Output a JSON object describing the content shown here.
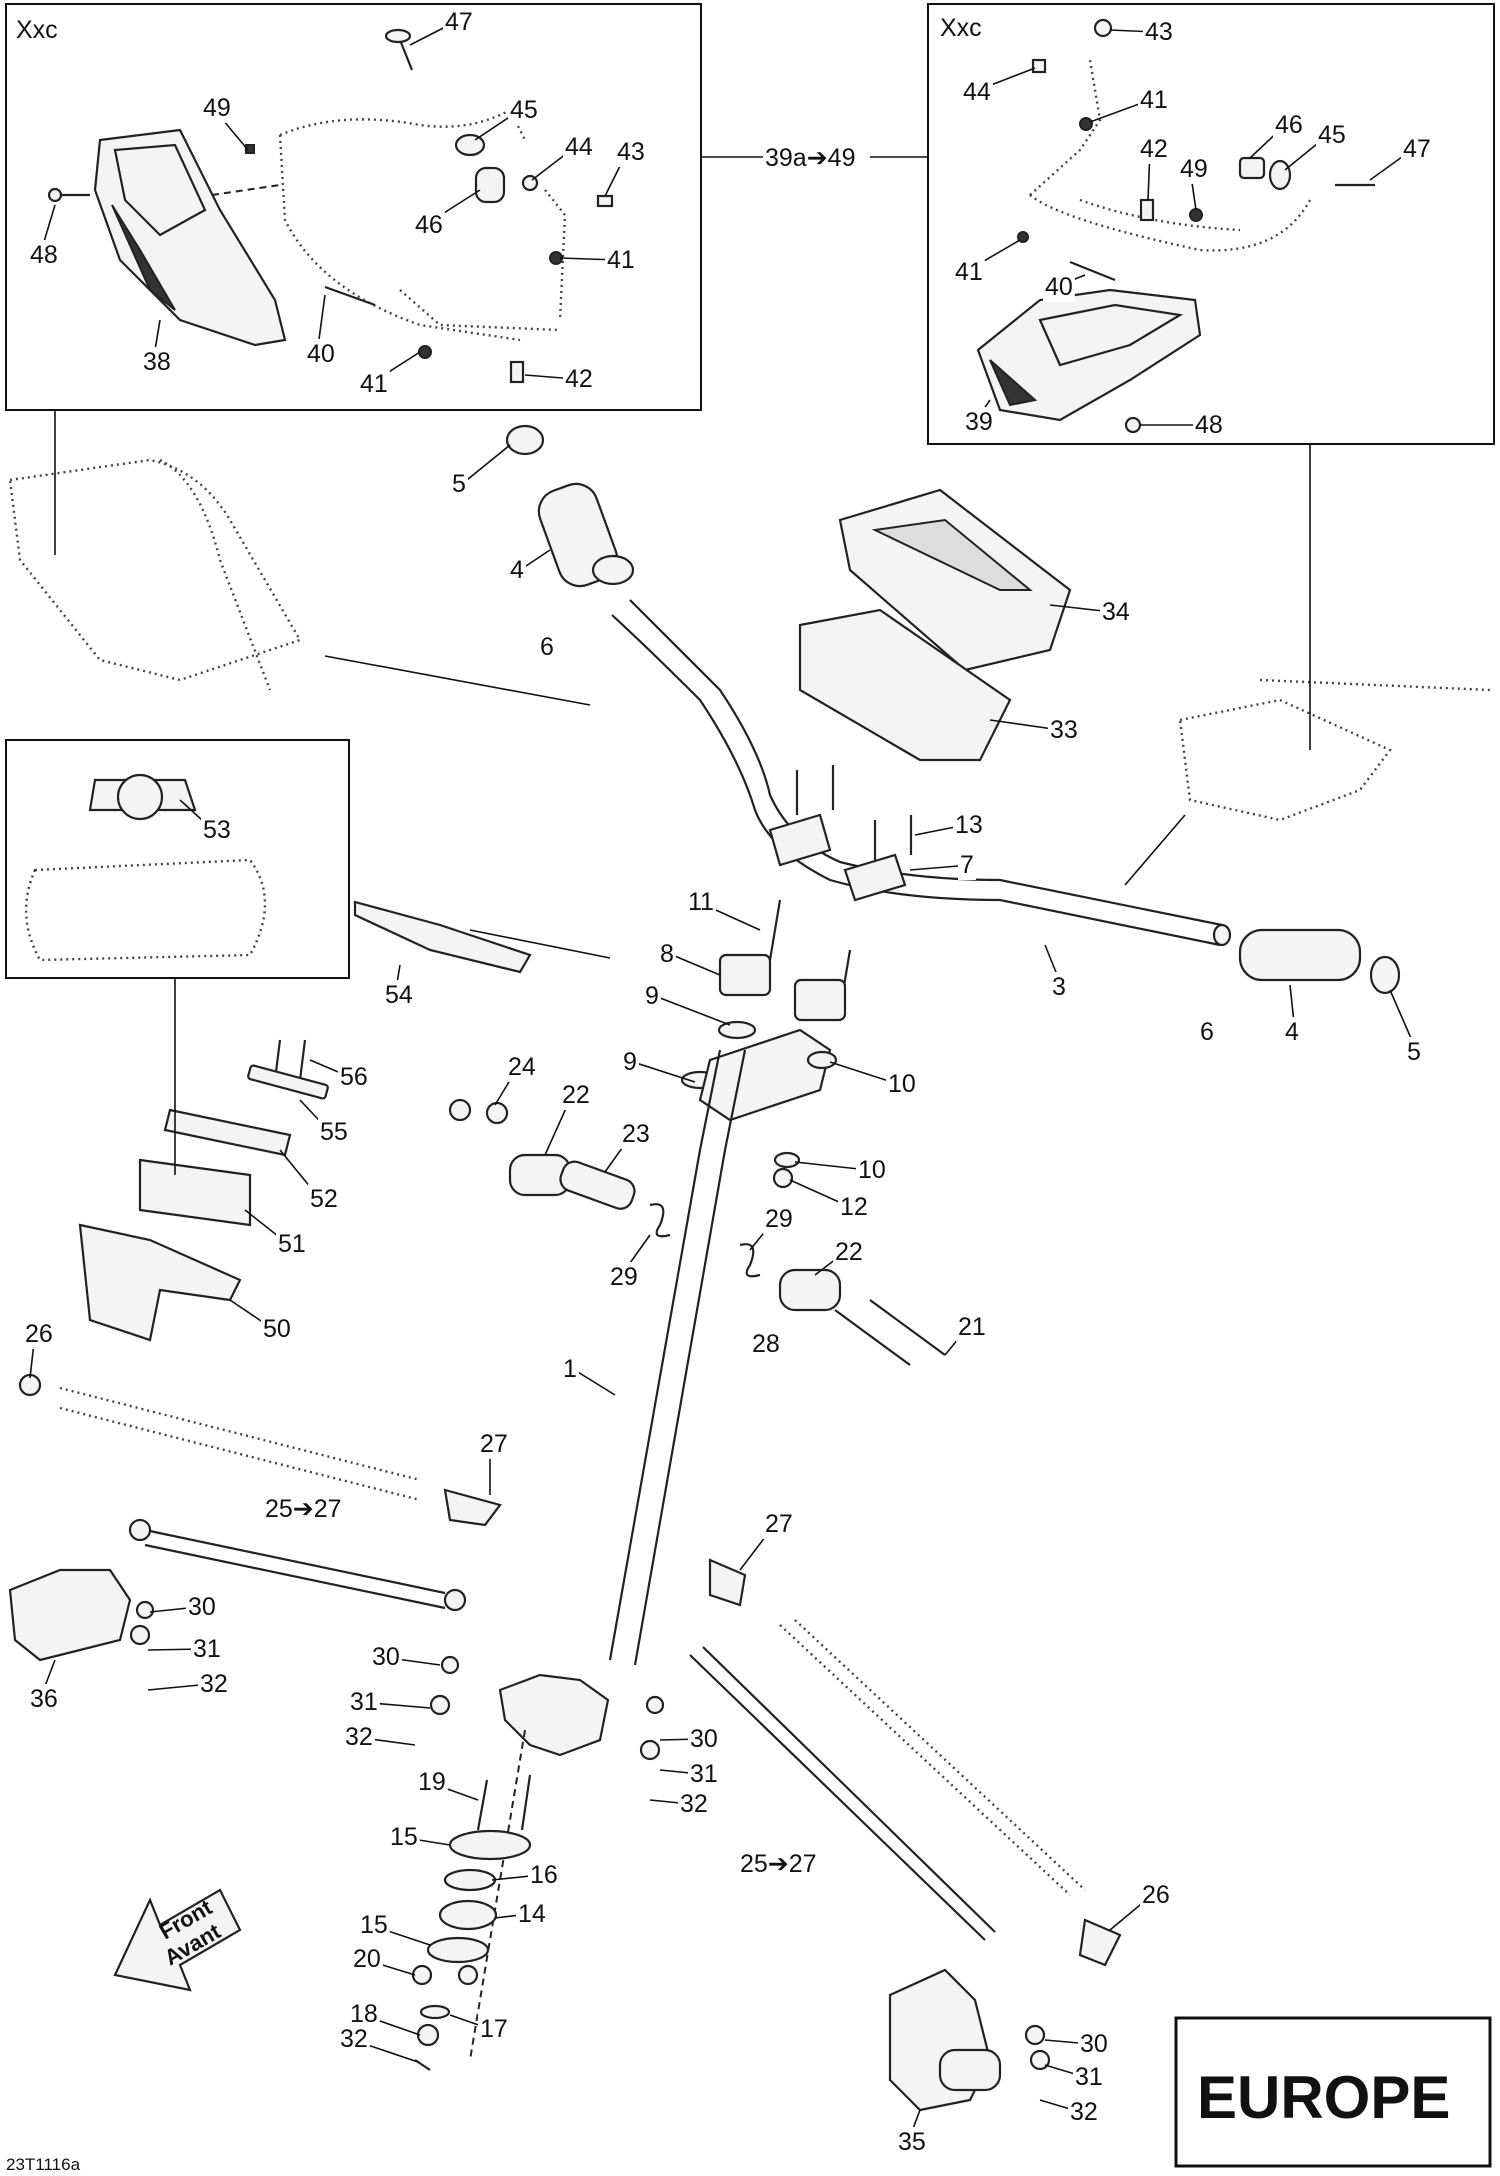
{
  "inset_left": {
    "title": "Xxc"
  },
  "inset_right": {
    "title": "Xxc"
  },
  "region_badge": "EUROPE",
  "drawing_ref": "23T1116a",
  "front_arrow": {
    "line1": "Front",
    "line2": "Avant"
  },
  "callouts": [
    {
      "id": "L47",
      "text": "47"
    },
    {
      "id": "L49",
      "text": "49"
    },
    {
      "id": "L45",
      "text": "45"
    },
    {
      "id": "L44",
      "text": "44"
    },
    {
      "id": "L43",
      "text": "43"
    },
    {
      "id": "L48",
      "text": "48"
    },
    {
      "id": "L46",
      "text": "46"
    },
    {
      "id": "L41a",
      "text": "41"
    },
    {
      "id": "L40",
      "text": "40"
    },
    {
      "id": "L41b",
      "text": "41"
    },
    {
      "id": "L42",
      "text": "42"
    },
    {
      "id": "L38",
      "text": "38"
    },
    {
      "id": "L39a49",
      "text": "39a➔49"
    },
    {
      "id": "R43",
      "text": "43"
    },
    {
      "id": "R44",
      "text": "44"
    },
    {
      "id": "R41a",
      "text": "41"
    },
    {
      "id": "R46",
      "text": "46"
    },
    {
      "id": "R45",
      "text": "45"
    },
    {
      "id": "R42",
      "text": "42"
    },
    {
      "id": "R47",
      "text": "47"
    },
    {
      "id": "R49",
      "text": "49"
    },
    {
      "id": "R41b",
      "text": "41"
    },
    {
      "id": "R40",
      "text": "40"
    },
    {
      "id": "R39",
      "text": "39"
    },
    {
      "id": "R48",
      "text": "48"
    },
    {
      "id": "M5a",
      "text": "5"
    },
    {
      "id": "M4a",
      "text": "4"
    },
    {
      "id": "M6a",
      "text": "6"
    },
    {
      "id": "M34",
      "text": "34"
    },
    {
      "id": "M33",
      "text": "33"
    },
    {
      "id": "M13",
      "text": "13"
    },
    {
      "id": "M7",
      "text": "7"
    },
    {
      "id": "M11",
      "text": "11"
    },
    {
      "id": "M8",
      "text": "8"
    },
    {
      "id": "M9a",
      "text": "9"
    },
    {
      "id": "M9b",
      "text": "9"
    },
    {
      "id": "M3",
      "text": "3"
    },
    {
      "id": "M6b",
      "text": "6"
    },
    {
      "id": "M4b",
      "text": "4"
    },
    {
      "id": "M5b",
      "text": "5"
    },
    {
      "id": "M53",
      "text": "53"
    },
    {
      "id": "M54",
      "text": "54"
    },
    {
      "id": "M56",
      "text": "56"
    },
    {
      "id": "M55",
      "text": "55"
    },
    {
      "id": "M52",
      "text": "52"
    },
    {
      "id": "M51",
      "text": "51"
    },
    {
      "id": "M50",
      "text": "50"
    },
    {
      "id": "M24",
      "text": "24"
    },
    {
      "id": "M22a",
      "text": "22"
    },
    {
      "id": "M23",
      "text": "23"
    },
    {
      "id": "M10a",
      "text": "10"
    },
    {
      "id": "M10b",
      "text": "10"
    },
    {
      "id": "M12",
      "text": "12"
    },
    {
      "id": "M29a",
      "text": "29"
    },
    {
      "id": "M29b",
      "text": "29"
    },
    {
      "id": "M22b",
      "text": "22"
    },
    {
      "id": "M28",
      "text": "28"
    },
    {
      "id": "M21",
      "text": "21"
    },
    {
      "id": "M1",
      "text": "1"
    },
    {
      "id": "M26a",
      "text": "26"
    },
    {
      "id": "M27a",
      "text": "27"
    },
    {
      "id": "M25a",
      "text": "25➔27"
    },
    {
      "id": "M30a",
      "text": "30"
    },
    {
      "id": "M31a",
      "text": "31"
    },
    {
      "id": "M32a",
      "text": "32"
    },
    {
      "id": "M36",
      "text": "36"
    },
    {
      "id": "M30b",
      "text": "30"
    },
    {
      "id": "M31b",
      "text": "31"
    },
    {
      "id": "M32b",
      "text": "32"
    },
    {
      "id": "M27b",
      "text": "27"
    },
    {
      "id": "M30c",
      "text": "30"
    },
    {
      "id": "M31c",
      "text": "31"
    },
    {
      "id": "M32c",
      "text": "32"
    },
    {
      "id": "M19",
      "text": "19"
    },
    {
      "id": "M15a",
      "text": "15"
    },
    {
      "id": "M16",
      "text": "16"
    },
    {
      "id": "M15b",
      "text": "15"
    },
    {
      "id": "M14",
      "text": "14"
    },
    {
      "id": "M20",
      "text": "20"
    },
    {
      "id": "M18",
      "text": "18"
    },
    {
      "id": "M17",
      "text": "17"
    },
    {
      "id": "M32d",
      "text": "32"
    },
    {
      "id": "M25b",
      "text": "25➔27"
    },
    {
      "id": "M26b",
      "text": "26"
    },
    {
      "id": "M30d",
      "text": "30"
    },
    {
      "id": "M31d",
      "text": "31"
    },
    {
      "id": "M32e",
      "text": "32"
    },
    {
      "id": "M35",
      "text": "35"
    }
  ]
}
